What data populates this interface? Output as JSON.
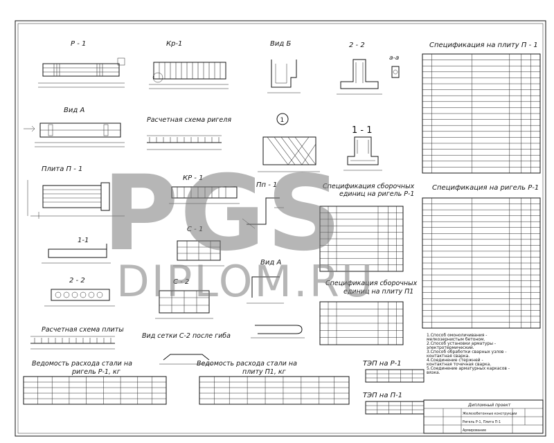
{
  "views": {
    "p1": "P - 1",
    "kr1": "Кр-1",
    "vid_b": "Вид Б",
    "s22_top": "2 - 2",
    "aa": "а-а",
    "vid_a": "Вид А",
    "rigel_scheme": "Расчетная схема ригеля",
    "circle1": "1",
    "s11_big": "1 - 1",
    "plita": "Плита П - 1",
    "kr_1": "КР - 1",
    "pp1": "Пп - 1",
    "s_1": "С - 1",
    "s_2": "С - 2",
    "s11_small": "1-1",
    "s22_bottom": "2 - 2",
    "vid_a2": "Вид А",
    "plate_scheme": "Расчетная схема плиты",
    "grid_view": "Вид сетки С-2 после гиба"
  },
  "titles": {
    "spec_plate_top": "Спецификация на плиту П - 1",
    "spec_rigel_top": "Спецификация на ригель Р-1",
    "spec_assembly_r1": "Спецификация сборочных единиц на ригель Р-1",
    "spec_assembly_p1": "Спецификация сборочных единиц на плиту П1",
    "steel_rigel": "Ведомость расхода стали на ригель Р-1, кг",
    "steel_plate": "Ведомость расхода стали на плиту П1, кг",
    "tep_r1": "ТЭП на Р-1",
    "tep_p1": "ТЭП на П-1"
  },
  "notes": [
    "1.Способ омоноличивания - мелкозернистым бетоном.",
    "2.Способ установки арматуры - электротермический.",
    "3.Способ обработки сварных узлов - контактная сварка.",
    "4.Соединение стержней - контактная точечная сварка.",
    "5.Соединение арматурных каркасов - вязка."
  ],
  "stamp": {
    "title": "Дипломный проект",
    "line2": "Железобетонные конструкции",
    "line3": "Ригель Р-1, Плита П-1",
    "line4": "Армирование"
  },
  "watermark": {
    "big": "PGS",
    "small": "DIPLOM.RU"
  },
  "colors": {
    "ink": "#111111",
    "watermark": "#7a7a7a",
    "paper": "#ffffff"
  }
}
